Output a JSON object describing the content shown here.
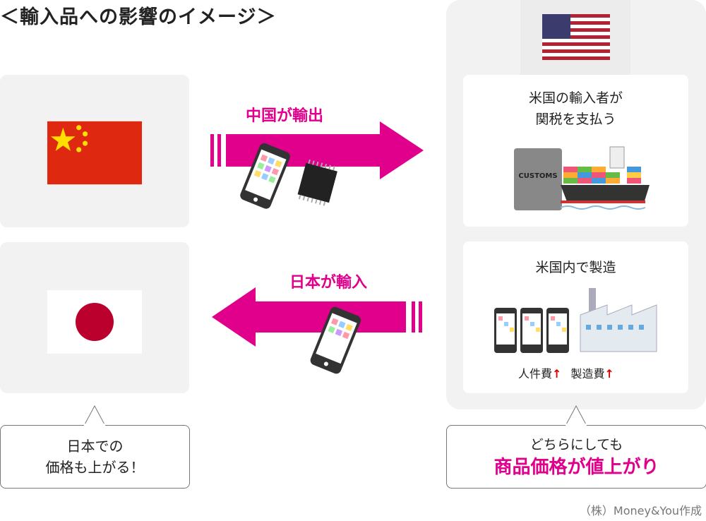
{
  "title": "＜輸入品への影響のイメージ＞",
  "arrows": {
    "export_label": "中国が輸出",
    "import_label": "日本が輸入"
  },
  "us_cards": {
    "card1_text": "米国の輸入者が\n関税を支払う",
    "customs_label": "CUSTOMS",
    "card2_text": "米国内で製造",
    "labor_cost": "人件費",
    "mfg_cost": "製造費",
    "up_arrow": "↑"
  },
  "callouts": {
    "left": "日本での\n価格も上がる！",
    "right_line1": "どちらにしても",
    "right_line2": "商品価格が値上がり"
  },
  "credit": "（株）Money&You作成",
  "colors": {
    "accent": "#e0008c",
    "panel": "#f2f2f2",
    "china_red": "#de2910",
    "japan_red": "#bc002d"
  }
}
